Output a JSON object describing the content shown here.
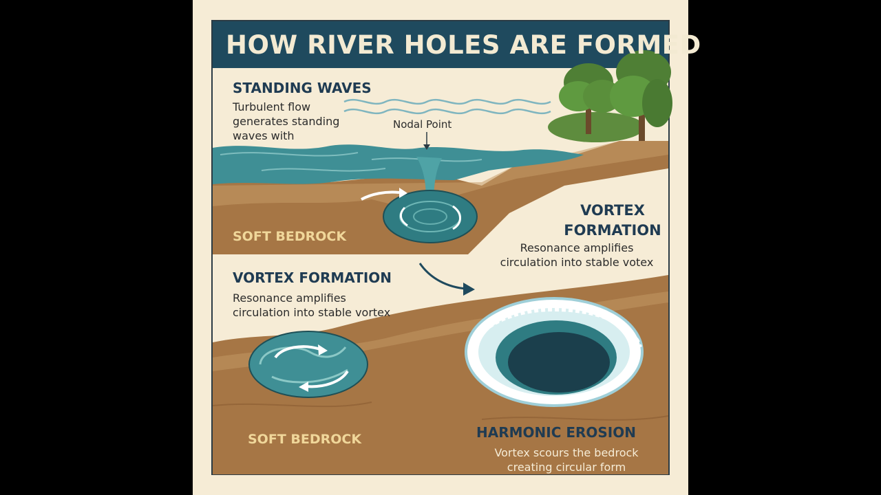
{
  "title": "HOW RIVER HOLES ARE FORMED",
  "panel1": {
    "heading": "STANDING WAVES",
    "body_lines": [
      "Turbulent flow",
      "generates standing",
      "waves with"
    ],
    "nodal_label": "Nodal Point",
    "bedrock_label": "SOFT BEDROCK"
  },
  "panel2": {
    "heading_lines": [
      "VORTEX",
      "FORMATION"
    ],
    "body_lines": [
      "Resonance amplifies",
      "circulation into stable votex"
    ]
  },
  "panel3": {
    "heading": "VORTEX FORMATION",
    "body_lines": [
      "Resonance amplifies",
      "circulation into stable vortex"
    ],
    "bedrock_label": "SOFT BEDROCK"
  },
  "panel4": {
    "heading": "HARMONIC EROSION",
    "body_lines": [
      "Vortex scours the bedrock",
      "creating circular form"
    ]
  },
  "colors": {
    "background": "#000000",
    "paper": "#f6ecd6",
    "title_bar": "#1f4a5e",
    "water": "#3f8f95",
    "earth": "#a67645",
    "heading_text": "#1f3b52"
  }
}
